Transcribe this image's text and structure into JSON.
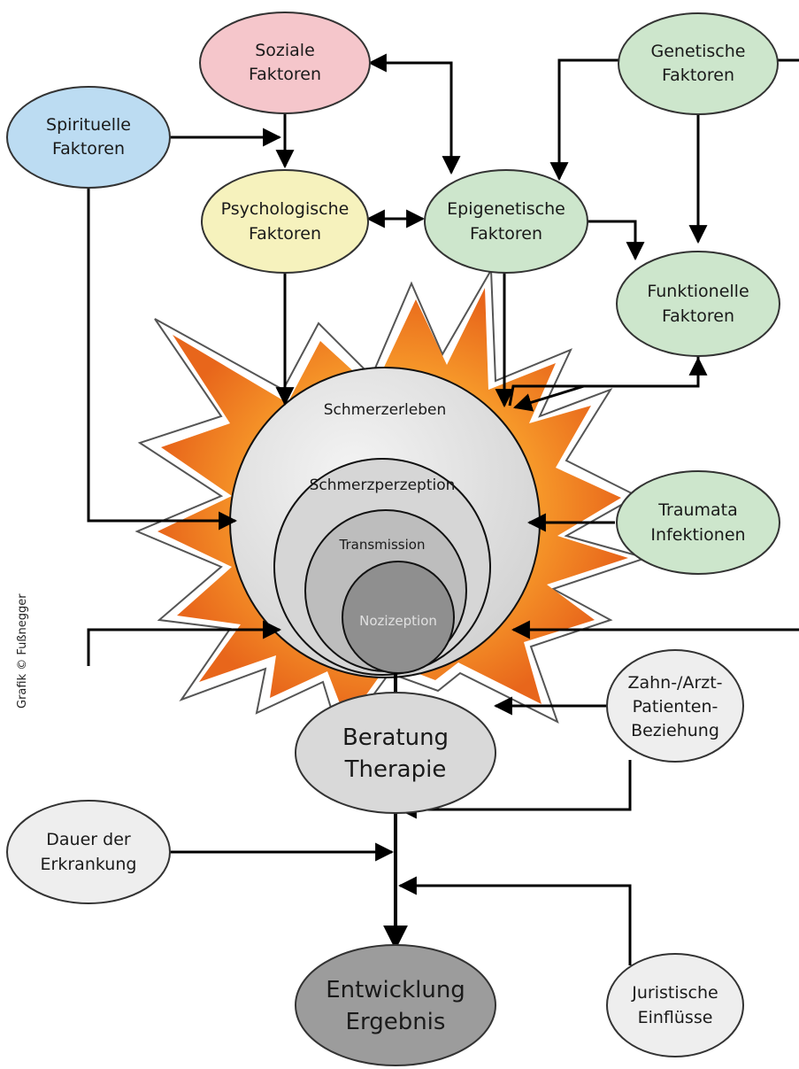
{
  "nodes": {
    "soziale": {
      "line1": "Soziale",
      "line2": "Faktoren"
    },
    "genetische": {
      "line1": "Genetische",
      "line2": "Faktoren"
    },
    "spirituelle": {
      "line1": "Spirituelle",
      "line2": "Faktoren"
    },
    "psychologische": {
      "line1": "Psychologische",
      "line2": "Faktoren"
    },
    "epigenetische": {
      "line1": "Epigenetische",
      "line2": "Faktoren"
    },
    "funktionelle": {
      "line1": "Funktionelle",
      "line2": "Faktoren"
    },
    "traumata": {
      "line1": "Traumata",
      "line2": "Infektionen"
    },
    "beratung": {
      "line1": "Beratung",
      "line2": "Therapie"
    },
    "zahnarzt": {
      "line1": "Zahn-/Arzt-",
      "line2": "Patienten-",
      "line3": "Beziehung"
    },
    "dauer": {
      "line1": "Dauer der",
      "line2": "Erkrankung"
    },
    "entwicklung": {
      "line1": "Entwicklung",
      "line2": "Ergebnis"
    },
    "juristische": {
      "line1": "Juristische",
      "line2": "Einflüsse"
    }
  },
  "pain_circles": {
    "schmerzerleben": "Schmerzerleben",
    "schmerzperzeption": "Schmerzperzeption",
    "transmission": "Transmission",
    "nozizeption": "Nozizeption"
  },
  "credit": "Grafik © Fußnegger",
  "colors": {
    "soziale": "#f5c6cb",
    "green": "#cde6cc",
    "spirituelle": "#bcdcf2",
    "psychologische": "#f6f2bd",
    "light_gray": "#e8e8e8",
    "mid_gray": "#cfcfcf",
    "dark_gray": "#a9a9a9",
    "star_orange": "#f47c20"
  }
}
